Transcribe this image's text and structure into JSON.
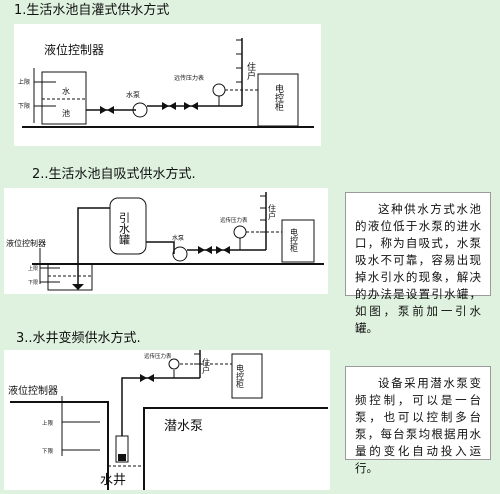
{
  "section1": {
    "title": "1.生活水池自灌式供水方式",
    "labels": {
      "controller": "液位控制器",
      "upper_limit": "上限",
      "lower_limit": "下限",
      "water": "水",
      "pool": "池",
      "pump": "水泵",
      "gauge": "远传压力表",
      "residents": "住户",
      "cabinet": "电控柜"
    }
  },
  "section2": {
    "title": "2..生活水池自吸式供水方式.",
    "labels": {
      "controller": "液位控制器",
      "upper_limit": "上限",
      "lower_limit": "下限",
      "tank": "引水罐",
      "pump": "水泵",
      "gauge": "远传压力表",
      "residents": "住户",
      "cabinet": "电控柜"
    },
    "description": "这种供水方式水池的液位低于水泵的进水口，称为自吸式，水泵吸水不可靠，容易出现掉水引水的现象，解决的办法是设置引水罐，如图，泵前加一引水罐。"
  },
  "section3": {
    "title": "3..水井变频供水方式.",
    "labels": {
      "controller": "液位控制器",
      "upper_limit": "上限",
      "lower_limit": "下限",
      "gauge": "远传压力表",
      "residents": "住户",
      "cabinet": "电控柜",
      "submersible_pump": "潜水泵",
      "well": "水井"
    },
    "description": "设备采用潜水泵变频控制，可以是一台泵，也可以控制多台泵，每台泵均根据用水量的变化自动投入运行。"
  }
}
